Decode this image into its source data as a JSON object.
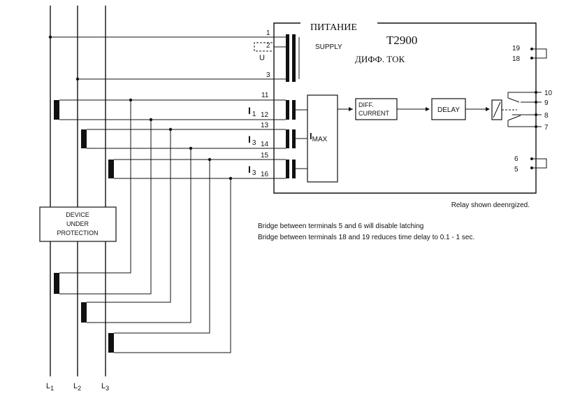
{
  "relay": {
    "section_label": "ПИТАНИЕ",
    "model": "T2900",
    "supply_label": "SUPPLY",
    "diff_label": "ДИФФ. ТОК",
    "u_label": "U"
  },
  "terminals": {
    "t1": "1",
    "t2": "2",
    "t3": "3",
    "t11": "11",
    "t12": "12",
    "t13": "13",
    "t14": "14",
    "t15": "15",
    "t16": "16",
    "t19": "19",
    "t18": "18",
    "t10": "10",
    "t9": "9",
    "t8": "8",
    "t7": "7",
    "t6": "6",
    "t5": "5"
  },
  "currents": {
    "i1": {
      "letter": "I",
      "sub": "1"
    },
    "i2": {
      "letter": "I",
      "sub": "3"
    },
    "i3": {
      "letter": "I",
      "sub": "3"
    }
  },
  "blocks": {
    "imax": {
      "letter": "I",
      "sub": "MAX"
    },
    "diff_line1": "DIFF.",
    "diff_line2": "CURRENT",
    "delay": "DELAY"
  },
  "device": {
    "line1": "DEVICE",
    "line2": "UNDER",
    "line3": "PROTECTION"
  },
  "notes": {
    "relay_state": "Relay shown deenrgized.",
    "note1": "Bridge between terminals 5 and 6 will disable latching",
    "note2": "Bridge between terminals 18 and 19 reduces time delay to 0.1 - 1 sec."
  },
  "lines": {
    "l1": {
      "letter": "L",
      "sub": "1"
    },
    "l2": {
      "letter": "L",
      "sub": "2"
    },
    "l3": {
      "letter": "L",
      "sub": "3"
    }
  }
}
